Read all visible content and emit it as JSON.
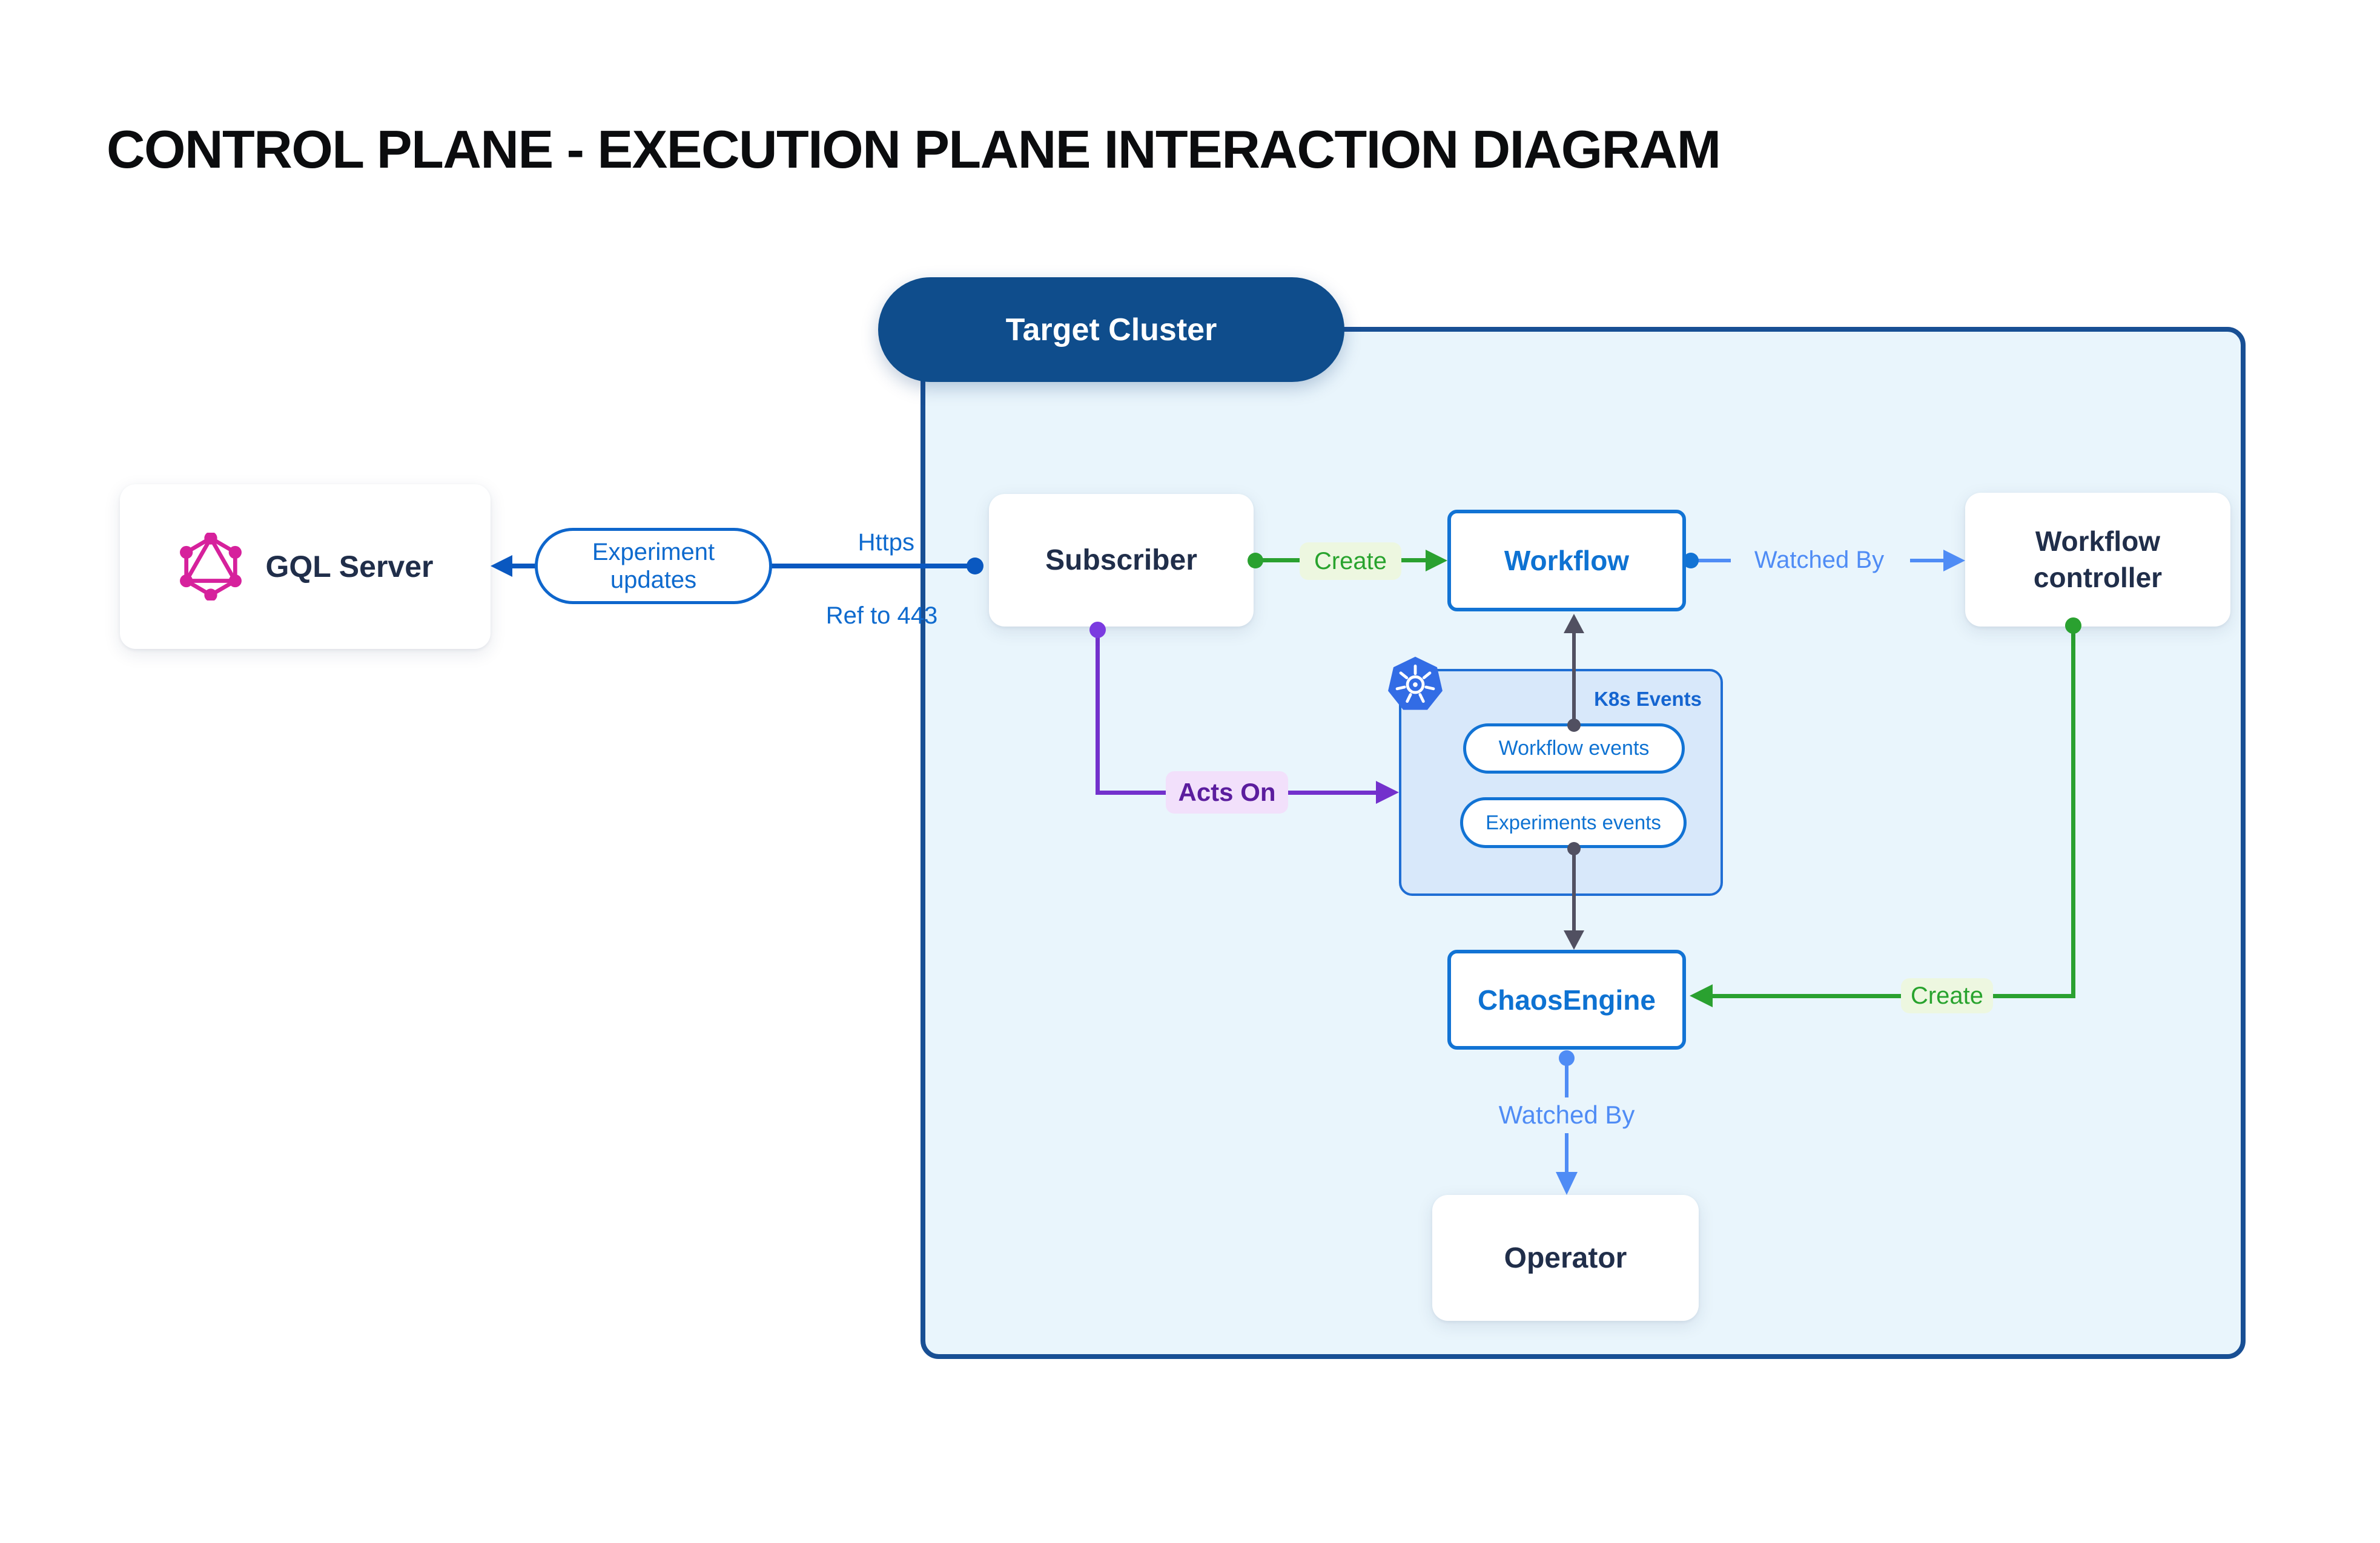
{
  "title": "CONTROL PLANE - EXECUTION PLANE INTERACTION DIAGRAM",
  "cluster": {
    "label": "Target Cluster"
  },
  "nodes": {
    "gql_server": {
      "label": "GQL Server",
      "icon": "graphql-icon"
    },
    "subscriber": {
      "label": "Subscriber"
    },
    "workflow": {
      "label": "Workflow"
    },
    "workflow_controller": {
      "label": "Workflow controller"
    },
    "chaos_engine": {
      "label": "ChaosEngine"
    },
    "operator": {
      "label": "Operator"
    },
    "k8s_events": {
      "label": "K8s Events",
      "icon": "kubernetes-icon",
      "pills": [
        "Workflow events",
        "Experiments events"
      ]
    }
  },
  "edges": {
    "experiment_updates": {
      "label": "Experiment updates"
    },
    "https": {
      "label": "Https"
    },
    "ref_to_443": {
      "label": "Ref to 443"
    },
    "create_workflow": {
      "label": "Create"
    },
    "watched_by_controller": {
      "label": "Watched By"
    },
    "acts_on": {
      "label": "Acts On"
    },
    "create_chaos_engine": {
      "label": "Create"
    },
    "watched_by_operator": {
      "label": "Watched By"
    }
  },
  "colors": {
    "strong_blue_line": "#0a58c0",
    "box_border_blue": "#1273d4",
    "blue_text": "#0e72d2",
    "dark_navy_text": "#202e4a",
    "cornflower": "#4f8cf5",
    "green": "#2aa130",
    "green_label_bg": "#edf7e0",
    "purple": "#7331cc",
    "purple_text": "#5b1d9e",
    "purple_label_bg": "#f2e0fb",
    "dark_connector": "#515061",
    "cluster_fill": "#e9f5fc",
    "cluster_border": "#184f94",
    "target_pill_bg": "#0f4d8c",
    "k8s_box_fill": "#d8e8fa",
    "kubernetes_blue": "#326ce5",
    "graphql_pink": "#d6219c"
  }
}
